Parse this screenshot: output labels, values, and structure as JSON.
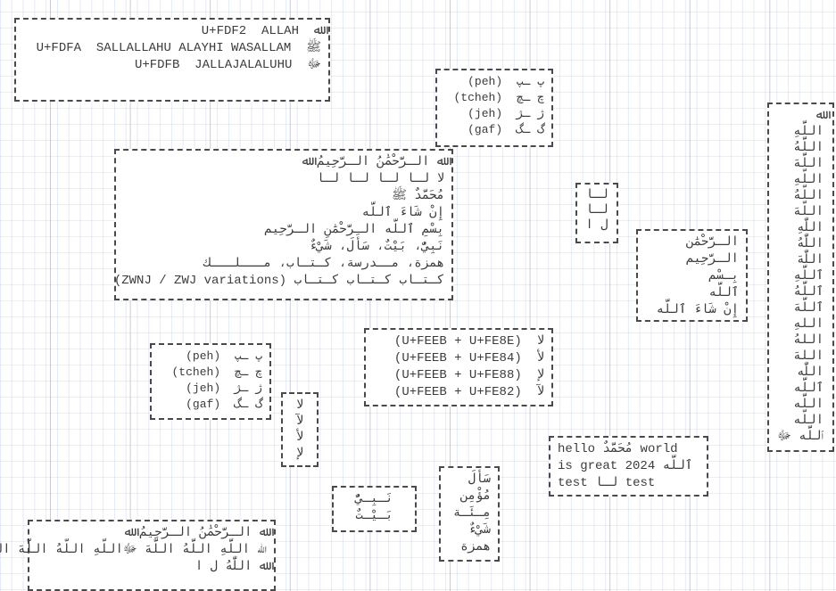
{
  "colors": {
    "text": "#3c3c3c",
    "grid_minor_blue": "#dce5f8",
    "grid_major_gray": "#c8c6ce",
    "box_background": "#ffffff",
    "box_border": "#4a4a4a"
  },
  "boxes": {
    "ligatures": {
      "lines": [
        "U+FDF2  ALLAH  ﷲ",
        "U+FDFA  SALLALLAHU ALAYHI WASALLAM  ﷺ",
        "U+FDFB  JALLAJALALUHU  ﷻ",
        ""
      ]
    },
    "persian_top": {
      "lines": [
        "(peh)  پ ـپ",
        "(tcheh)  چ ـچ",
        "(jeh)  ژ ـژ",
        "(gaf)  گ ـگ"
      ]
    },
    "arabic_main": {
      "lines": [
        "ﷲ الـرَّحْمَٰنُ الـرَّحِيمُ ﷲ",
        "لا لـا لـا لـا لـا",
        "مُحَمَّدٌ ﷺ",
        "إِنْ شَاءَ ٱللَّه",
        "بِسْمِ ٱللَّه الـرَّحْمَٰنِ الـرَّحِيم",
        "نَبِيٌّ، بَيْتٌ، سَأَلَ، شَيْءٌ",
        "همزة، مــدرسة، كـتـاب، مـــلـــك",
        "كـتـاب كـتـاب كـتـاب (ZWNJ / ZWJ variations)"
      ]
    },
    "lam_alef_join": {
      "lines": [
        "لـا",
        "لـا",
        "ل ا"
      ]
    },
    "basmala_words": {
      "lines": [
        "الـرَّحْمَٰن",
        "الـرَّحِيم",
        "بِـسْم",
        "ٱللَّه",
        "إِنْ شَاءَ ٱللَّه"
      ]
    },
    "allah_variants": {
      "lines": [
        "ﷲ",
        "اللَّهِ",
        "اللَّهُ",
        "اللَّهَ",
        "اللّهِ",
        "اللّهُ",
        "اللّهَ",
        "اللّٰهِ",
        "اللّٰهُ",
        "اللّٰهَ",
        "ٱللَّهِ",
        "ٱللَّهُ",
        "ٱللَّهَ",
        "اللهِ",
        "اللهُ",
        "اللهَ",
        "اللّٰه",
        "ٱللَّه",
        "اللَّه",
        "اللّه",
        "ٱللَّه ﷻ"
      ]
    },
    "presentation_forms": {
      "lines": [
        "(U+FEEB + U+FE8E)  ﻻ",
        "(U+FEEB + U+FE84)  ﻷ",
        "(U+FEEB + U+FE88)  ﻹ",
        "(U+FEEB + U+FE82)  ﻵ"
      ]
    },
    "persian_lower": {
      "lines": [
        "(peh)  پ ـپ",
        "(tcheh)  چ ـچ",
        "(jeh)  ژ ـژ",
        "(gaf)  گ ـگ"
      ]
    },
    "lam_alef_forms": {
      "lines": [
        "لا",
        "لآ",
        "لأ",
        "لإ"
      ]
    },
    "nabi_bayt": {
      "lines": [
        "نَـبِـيٌّ",
        "بَـيْـتٌ"
      ]
    },
    "hamza_words": {
      "lines": [
        "سَأَلَ",
        "مُؤْمِن",
        "مِـئَـة",
        "شَيْءٌ",
        "همزة"
      ]
    },
    "mixed_text": {
      "lines": [
        "hello مُحَمَّدٌ world",
        "is great ٱللَّه 2024",
        "test لـا test"
      ]
    },
    "bottom_samples": {
      "lines": [
        "ﷲ الـرَّحْمَٰنُ الـرَّحِيمُ ﷲ",
        "ﷲ اللَّهِ اللَّهُ اللَّهَ ﷻاللّهِ اللّهُ اللّهَ اللّٰهِ اللّٰهُ",
        "ﷲ اللّٰهُ ل ا"
      ]
    }
  }
}
